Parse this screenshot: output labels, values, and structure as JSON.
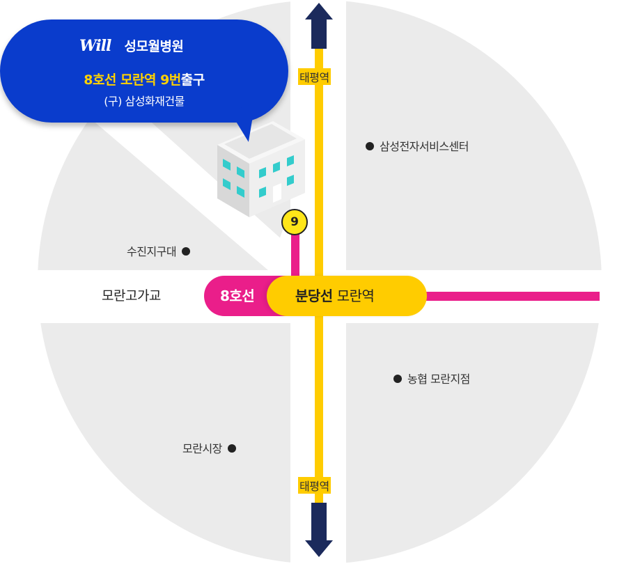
{
  "callout": {
    "logo_text": "Will",
    "hospital_name": "성모월병원",
    "exit_line_highlight": "8호선 모란역 9번",
    "exit_line_suffix": "출구",
    "building_note": "(구) 삼성화재건물"
  },
  "stations": {
    "north": "태평역",
    "south": "태평역",
    "line8_label": "8호선",
    "bundang_label": "분당선",
    "station_name": "모란역",
    "exit_number": "9"
  },
  "road": {
    "name": "모란고가교"
  },
  "landmarks": {
    "ne": "삼성전자서비스센터",
    "nw": "수진지구대",
    "se": "농협 모란지점",
    "sw": "모란시장"
  },
  "colors": {
    "line8": "#ea1e8a",
    "bundang": "#ffcc00",
    "callout_bg": "#0a3ccc",
    "arrow": "#1b2a5c",
    "block": "#ebebeb"
  }
}
